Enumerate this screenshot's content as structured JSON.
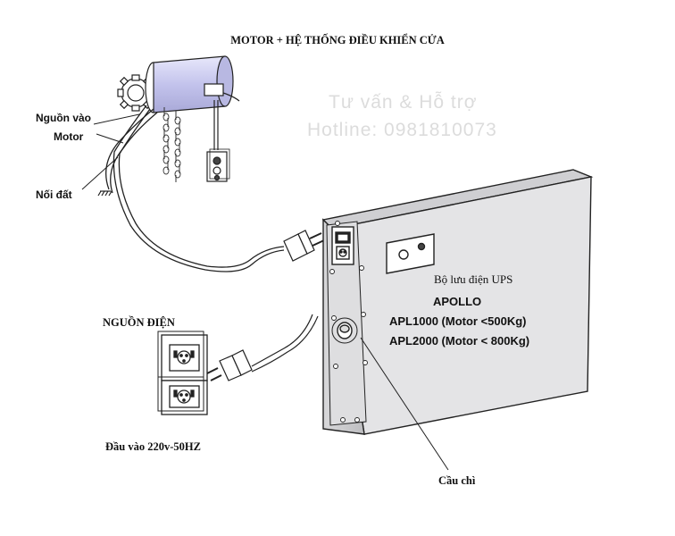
{
  "title": "MOTOR + HỆ THỐNG ĐIỀU KHIỂN CỬA",
  "watermark": {
    "line1": "Tư vấn & Hỗ trợ",
    "line2": "Hotline: 0981810073"
  },
  "labels": {
    "power_in_line1": "Nguồn vào",
    "power_in_line2": "Motor",
    "ground": "Nối đất",
    "power_source": "NGUỒN ĐIỆN",
    "input_voltage": "Đầu vào 220v-50HZ",
    "fuse": "Cầu chì"
  },
  "ups": {
    "line1": "Bộ lưu điện UPS",
    "line2": "APOLLO",
    "line3": "APL1000 (Motor <500Kg)",
    "line4": "APL2000 (Motor < 800Kg)"
  },
  "colors": {
    "motor_body": "#c9c9ee",
    "box_face": "#e4e4e6",
    "line": "#222222",
    "watermark": "#dcdcdc"
  }
}
